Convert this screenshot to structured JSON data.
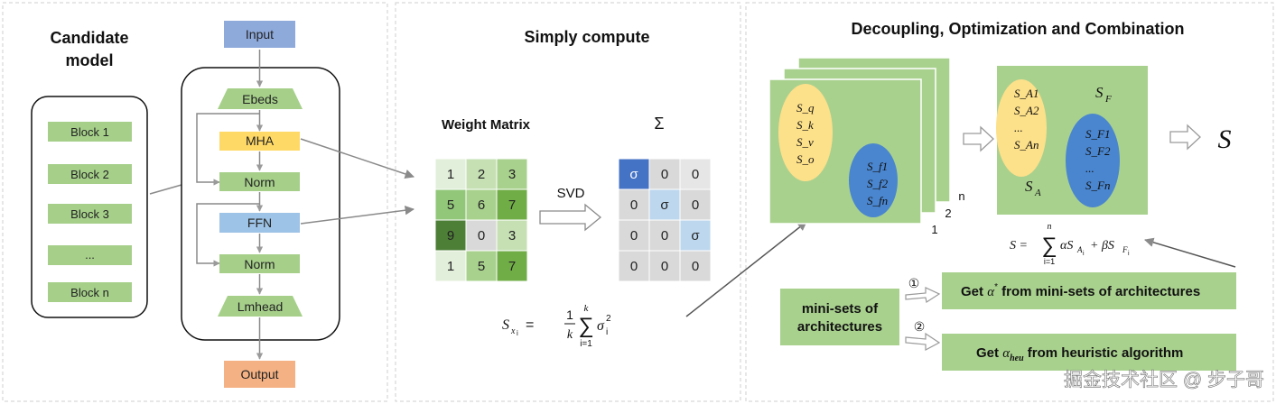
{
  "panel1": {
    "title_line1": "Candidate",
    "title_line2": "model",
    "blocks": [
      "Block 1",
      "Block 2",
      "Block 3",
      "...",
      "Block n"
    ],
    "flow": {
      "input": "Input",
      "ebeds": "Ebeds",
      "mha": "MHA",
      "norm1": "Norm",
      "ffn": "FFN",
      "norm2": "Norm",
      "lmhead": "Lmhead",
      "output": "Output"
    }
  },
  "panel2": {
    "title": "Simply compute",
    "weight_label": "Weight Matrix",
    "sigma_label": "Σ",
    "svd_label": "SVD",
    "weight_matrix": [
      [
        "1",
        "2",
        "3"
      ],
      [
        "5",
        "6",
        "7"
      ],
      [
        "9",
        "0",
        "3"
      ],
      [
        "1",
        "5",
        "7"
      ]
    ],
    "sigma_matrix": [
      [
        "σ",
        "0",
        "0"
      ],
      [
        "0",
        "σ",
        "0"
      ],
      [
        "0",
        "0",
        "σ"
      ],
      [
        "0",
        "0",
        "0"
      ]
    ],
    "formula": {
      "lhs": "S",
      "lhs_sub": "x",
      "lhs_subsub": "i",
      "eq": "=",
      "frac_num": "1",
      "frac_den": "k",
      "sum_top": "k",
      "sum_sym": "∑",
      "sum_bottom": "i=1",
      "term": "σ",
      "term_sub": "i",
      "term_sup": "2"
    }
  },
  "panel3": {
    "title": "Decoupling, Optimization and Combination",
    "stack_labels": [
      "n",
      "2",
      "1"
    ],
    "left_card": {
      "yellow_items": [
        "S_q",
        "S_k",
        "S_v",
        "S_o"
      ],
      "blue_items": [
        "S_f1",
        "S_f2",
        "S_fn"
      ]
    },
    "right_card": {
      "yellow_items": [
        "S_A1",
        "S_A2",
        "...",
        "S_An"
      ],
      "blue_items": [
        "S_F1",
        "S_F2",
        "...",
        "S_Fn"
      ],
      "label_sa": "S",
      "label_sa_sub": "A",
      "label_sf": "S",
      "label_sf_sub": "F"
    },
    "result": "S",
    "combine_formula": {
      "lhs": "S =",
      "sum_top": "n",
      "sum_sym": "∑",
      "sum_bottom": "i=1",
      "rhs_a": "αS",
      "rhs_a_sub": "A",
      "rhs_a_subsub": "i",
      "plus": "+ βS",
      "rhs_b_sub": "F",
      "rhs_b_subsub": "i"
    },
    "mini_sets_line1": "mini-sets of",
    "mini_sets_line2": "architectures",
    "step1_marker": "①",
    "step2_marker": "②",
    "get1_prefix": "Get ",
    "get1_alpha": "α",
    "get1_sup": "*",
    "get1_suffix": " from mini-sets of architectures",
    "get2_prefix": "Get ",
    "get2_alpha": "α",
    "get2_sub": "heu",
    "get2_suffix": " from heuristic algorithm"
  },
  "watermark": "掘金技术社区 @ 步子哥"
}
